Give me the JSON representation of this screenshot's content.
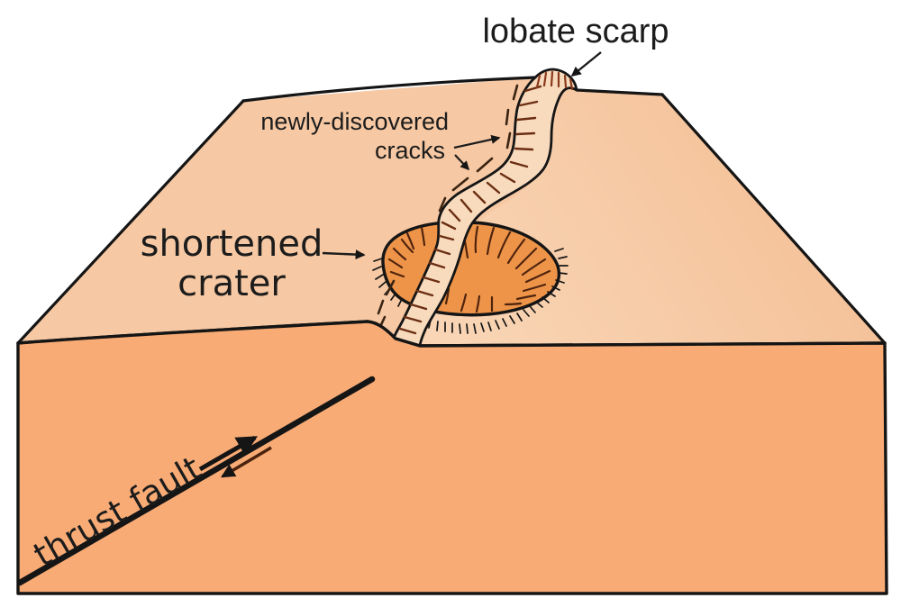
{
  "diagram": {
    "kind": "geology-block-diagram",
    "subject": "lobate scarp formed above a thrust fault, crosscutting and shortening an impact crater, with newly-discovered surface cracks"
  },
  "labels": {
    "lobate_scarp": "lobate scarp",
    "cracks_line1": "newly-discovered",
    "cracks_line2": "cracks",
    "crater_line1": "shortened",
    "crater_line2": "crater",
    "thrust_fault": "thrust fault"
  },
  "colors": {
    "background": "#ffffff",
    "surface_left": "#f6c8a3",
    "surface_right_near": "#f9d5b5",
    "surface_right_far": "#f3bd92",
    "scarp_band": "#f8dabd",
    "crater": "#ee9449",
    "front_face": "#f8ab75",
    "outline": "#151515",
    "band_hatch": "#6b2e12",
    "crest_hatch": "#8a3a1c",
    "crater_hachure": "#4f240e",
    "crack_dash": "#3a2413",
    "text": "#1c1c1c"
  }
}
